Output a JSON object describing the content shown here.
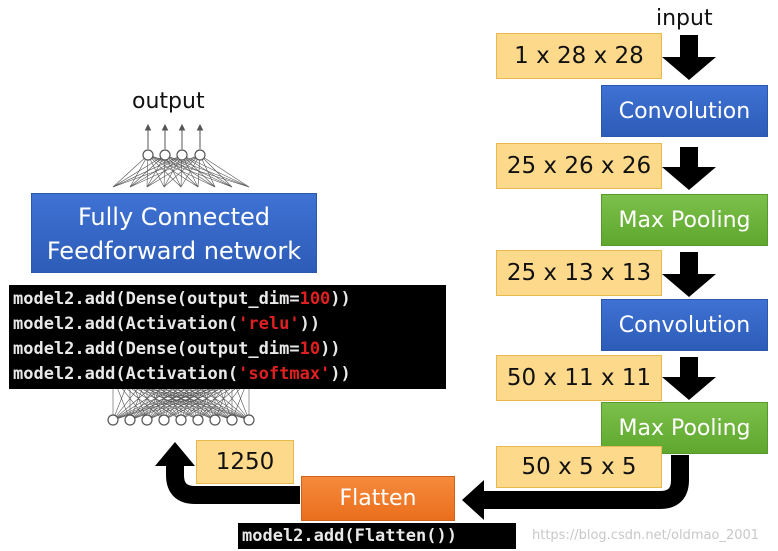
{
  "labels": {
    "input": "input",
    "output": "output"
  },
  "pipeline": {
    "dim_1": "1 x 28 x 28",
    "conv_1": "Convolution",
    "dim_2": "25 x 26 x 26",
    "pool_1": "Max Pooling",
    "dim_3": "25 x 13 x 13",
    "conv_2": "Convolution",
    "dim_4": "50 x 11 x 11",
    "pool_2": "Max Pooling",
    "dim_5": "50 x 5 x 5",
    "flatten": "Flatten",
    "flat_size": "1250"
  },
  "network": {
    "title_line_1": "Fully Connected",
    "title_line_2": "Feedforward network"
  },
  "code_dense": {
    "line_1_prefix": "model2.add(Dense(output_dim=",
    "line_1_value": "100",
    "line_1_suffix": "))",
    "line_2_prefix": "model2.add(Activation(",
    "line_2_value": "'relu'",
    "line_2_suffix": "))",
    "line_3_prefix": "model2.add(Dense(output_dim=",
    "line_3_value": "10",
    "line_3_suffix": "))",
    "line_4_prefix": "model2.add(Activation(",
    "line_4_value": "'softmax'",
    "line_4_suffix": "))"
  },
  "code_flatten": "model2.add(Flatten())",
  "watermark": "https://blog.csdn.net/oldmao_2001",
  "colors": {
    "dim_box": "#fdd98b",
    "conv_box": "#3465c8",
    "pool_box": "#6db23c",
    "flatten_box": "#ef7a2a",
    "code_bg": "#000000",
    "code_highlight": "#e02020"
  }
}
